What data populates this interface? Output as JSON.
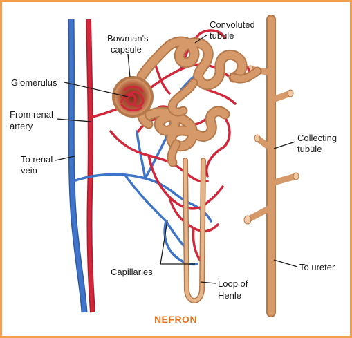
{
  "title": "NEFRON",
  "labels": {
    "bowmans_line1": "Bowman's",
    "bowmans_line2": "capsule",
    "convoluted_line1": "Convoluted",
    "convoluted_line2": "tubule",
    "glomerulus": "Glomerulus",
    "from_artery_line1": "From renal",
    "from_artery_line2": "artery",
    "to_vein_line1": "To renal",
    "to_vein_line2": "vein",
    "collecting_line1": "Collecting",
    "collecting_line2": "tubule",
    "capillaries": "Capillaries",
    "to_ureter": "To ureter",
    "loop_line1": "Loop of",
    "loop_line2": "Henle"
  },
  "colors": {
    "frame": "#f0a050",
    "title": "#e8741e",
    "artery": "#d0283a",
    "vein": "#3a6cc0",
    "tubule": "#d69a6a",
    "tubule_dark": "#b5784a"
  }
}
